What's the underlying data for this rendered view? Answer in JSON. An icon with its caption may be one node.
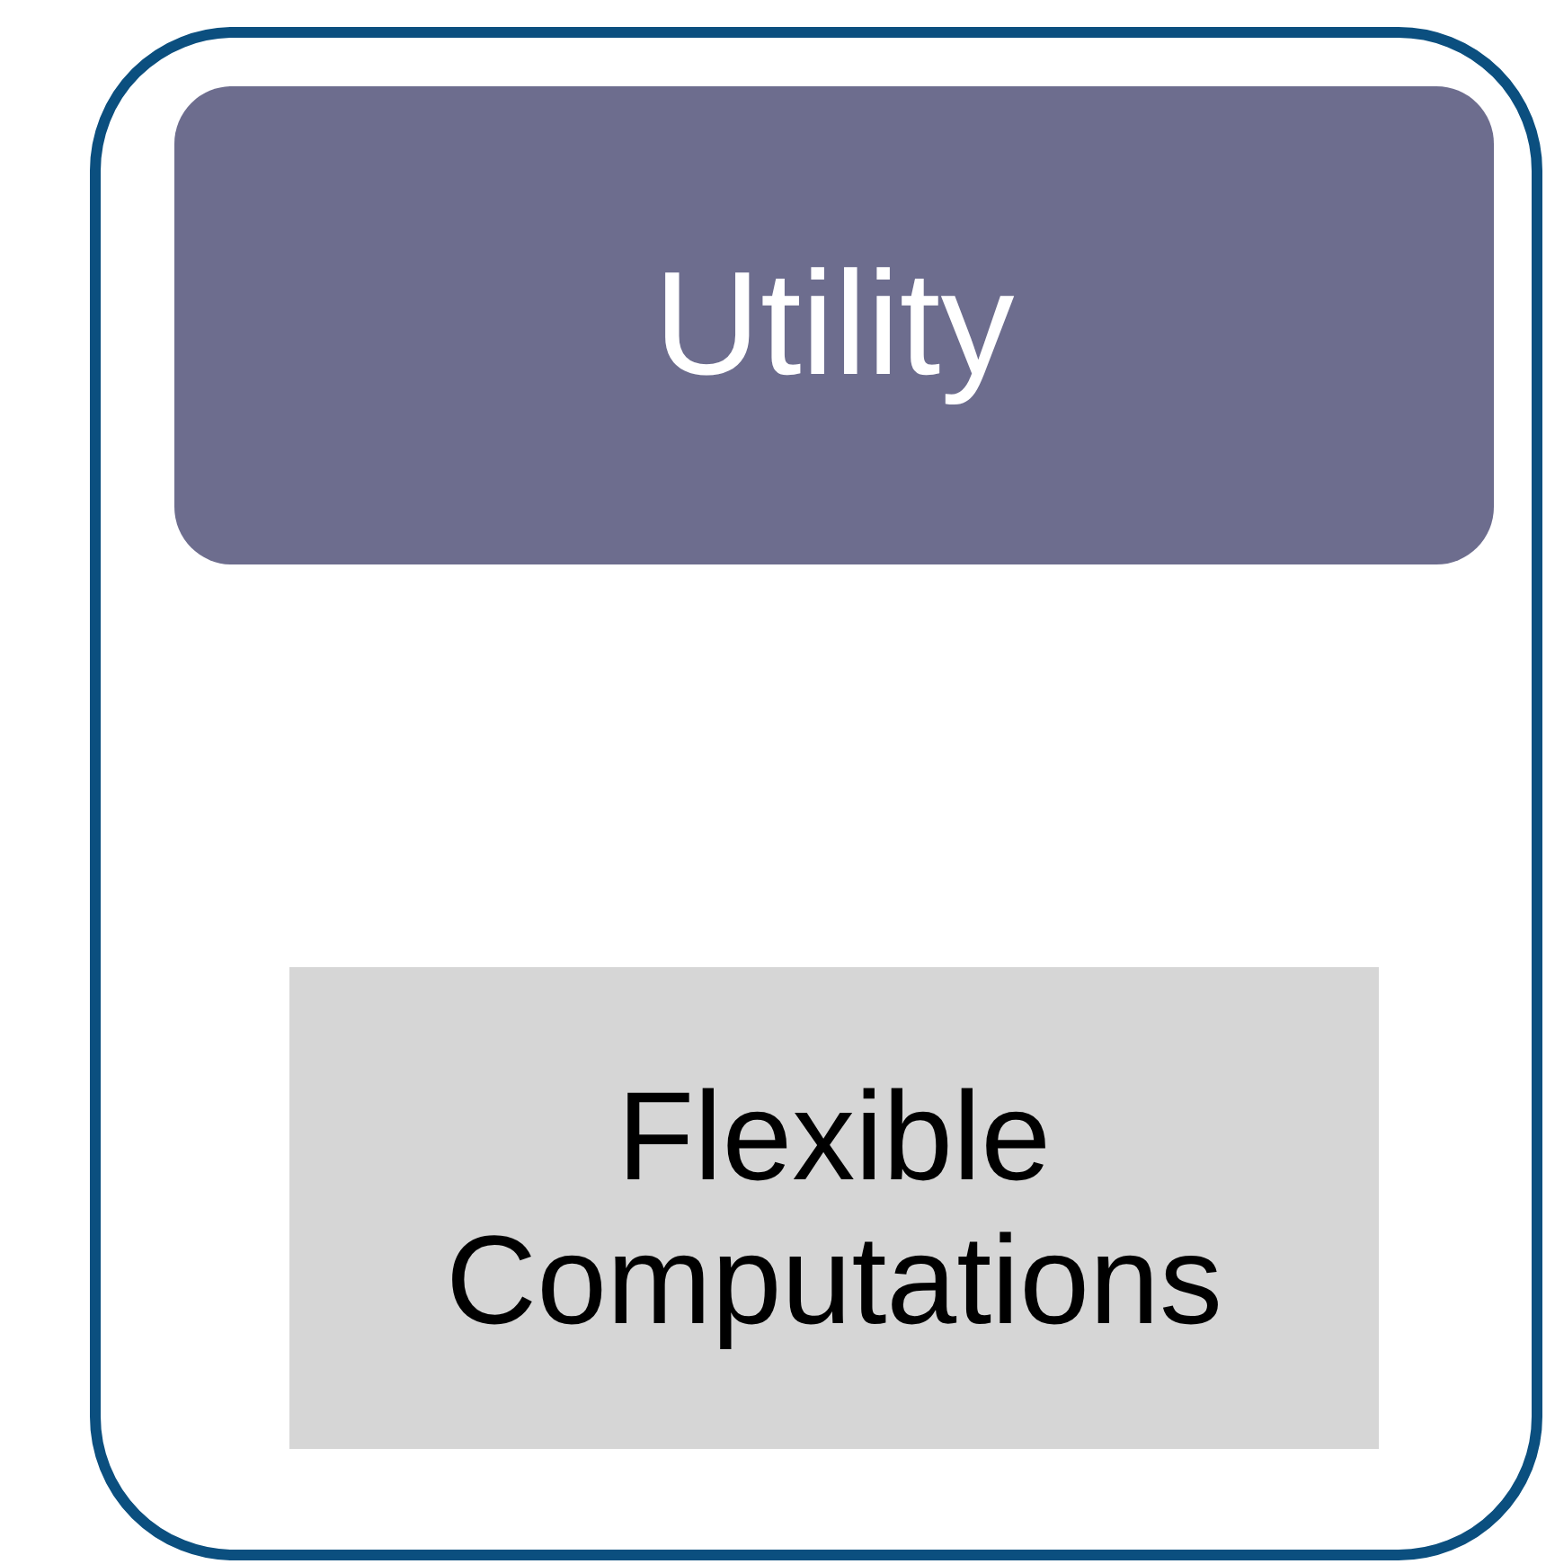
{
  "diagram": {
    "nodes": [
      {
        "text": [],
        "shape": "box"
      },
      {
        "text": [
          "Utility"
        ],
        "in": 0
      },
      {
        "text": [
          "Flexible Computations"
        ],
        "in": 0
      }
    ]
  }
}
